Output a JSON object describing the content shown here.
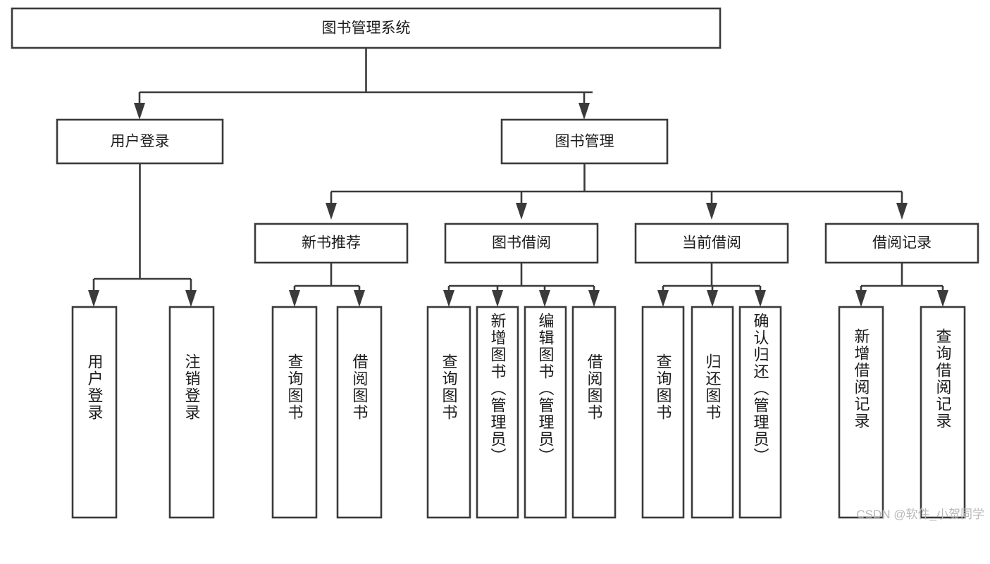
{
  "diagram": {
    "title": "图书管理系统",
    "type": "hierarchy-tree",
    "watermark": "CSDN @软件_小贺同学",
    "colors": {
      "stroke": "#3a3a3a",
      "fill": "#ffffff",
      "text": "#1c1c1c",
      "background": "#ffffff",
      "watermark": "#b9b9b9"
    },
    "root": {
      "label": "图书管理系统"
    },
    "level2": [
      {
        "label": "用户登录"
      },
      {
        "label": "图书管理"
      }
    ],
    "level3": [
      {
        "label": "新书推荐"
      },
      {
        "label": "图书借阅"
      },
      {
        "label": "当前借阅"
      },
      {
        "label": "借阅记录"
      }
    ],
    "leaves": {
      "user_login": [
        {
          "label": "用户登录"
        },
        {
          "label": "注销登录"
        }
      ],
      "new_book_recommend": [
        {
          "label": "查询图书"
        },
        {
          "label": "借阅图书"
        }
      ],
      "book_borrow": [
        {
          "label": "查询图书"
        },
        {
          "label": "新增图书（管理员）"
        },
        {
          "label": "编辑图书（管理员）"
        },
        {
          "label": "借阅图书"
        }
      ],
      "current_borrow": [
        {
          "label": "查询图书"
        },
        {
          "label": "归还图书"
        },
        {
          "label": "确认归还（管理员）"
        }
      ],
      "borrow_record": [
        {
          "label": "新增借阅记录"
        },
        {
          "label": "查询借阅记录"
        }
      ]
    }
  }
}
